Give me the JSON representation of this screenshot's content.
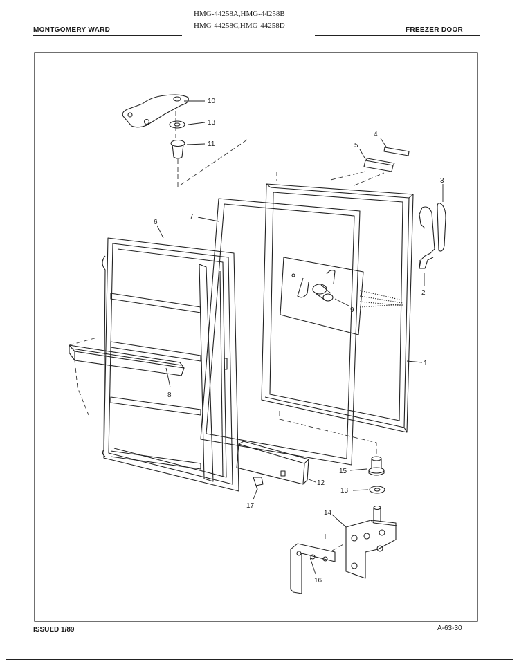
{
  "header": {
    "brand": "MONTGOMERY WARD",
    "models_line1": "HMG-44258A,HMG-44258B",
    "models_line2": "HMG-44258C,HMG-44258D",
    "section": "FREEZER DOOR"
  },
  "footer": {
    "issued": "ISSUED 1/89",
    "page_code": "A-63-30"
  },
  "callouts": {
    "c1": "1",
    "c2": "2",
    "c3": "3",
    "c4": "4",
    "c5": "5",
    "c6": "6",
    "c7": "7",
    "c8": "8",
    "c9": "9",
    "c10": "10",
    "c11": "11",
    "c12": "12",
    "c13_top": "13",
    "c13_bottom": "13",
    "c14": "14",
    "c15": "15",
    "c16": "16",
    "c17": "17"
  }
}
